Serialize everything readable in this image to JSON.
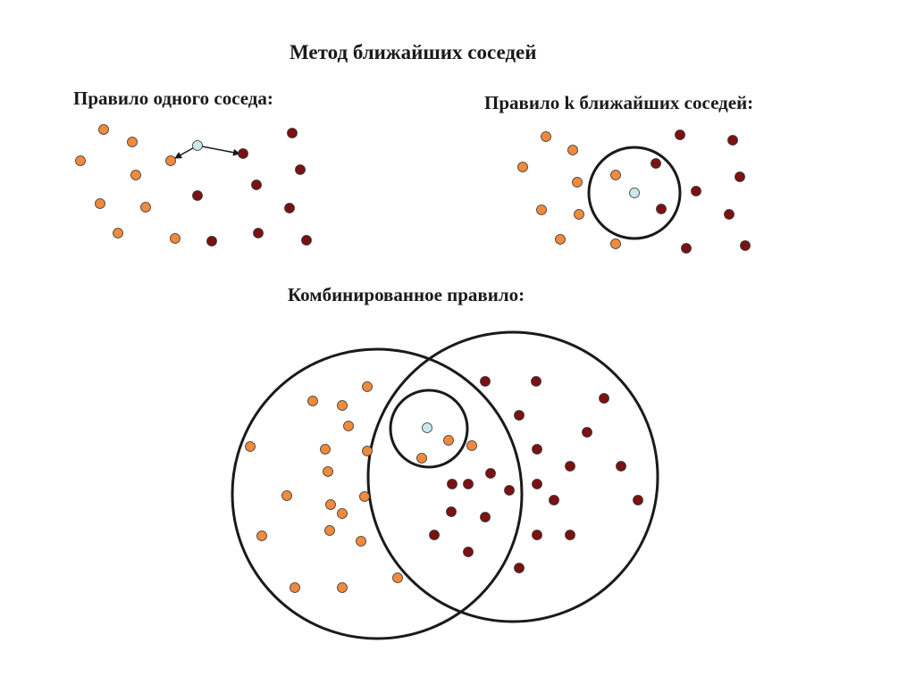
{
  "titles": {
    "main": "Метод ближайших соседей",
    "one_neighbor": "Правило одного соседа:",
    "k_neighbors": "Правило k ближайших соседей:",
    "combined": "Комбинированное правило:"
  },
  "colors": {
    "class_a": "#f08a3c",
    "class_b": "#7a1212",
    "query": "#c9e9ec",
    "outline": "#1a1a1a"
  }
}
